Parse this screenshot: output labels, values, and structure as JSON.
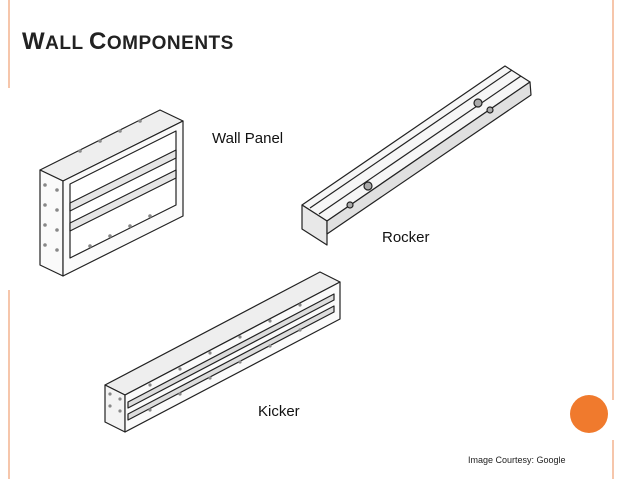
{
  "slide": {
    "title_first_cap": "W",
    "title_first_rest": "ALL ",
    "title_second_cap": "C",
    "title_second_rest": "OMPONENTS",
    "labels": {
      "wall_panel": "Wall Panel",
      "rocker": "Rocker",
      "kicker": "Kicker"
    },
    "credit": "Image Courtesy: Google",
    "accent_color": "#f07a2d",
    "border_color": "#f6c6ab"
  }
}
